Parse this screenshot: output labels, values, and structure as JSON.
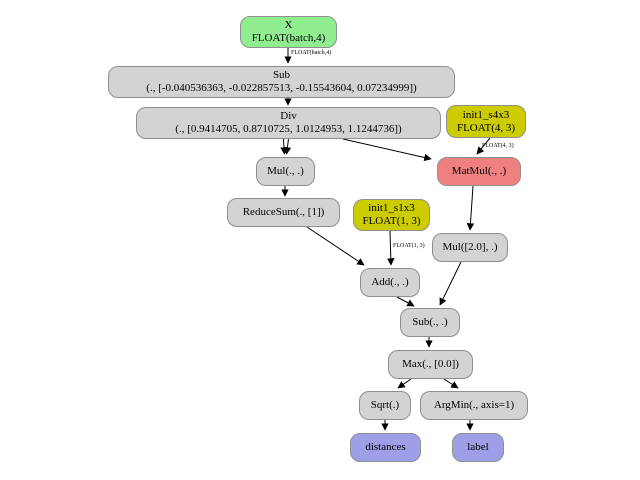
{
  "graph": {
    "nodes": {
      "x": {
        "line1": "X",
        "line2": "FLOAT(batch,4)"
      },
      "sub": {
        "line1": "Sub",
        "line2": "(., [-0.040536363, -0.022857513, -0.15543604, 0.07234999])"
      },
      "div": {
        "line1": "Div",
        "line2": "(., [0.9414705, 0.8710725, 1.0124953, 1.1244736])"
      },
      "init1_s4x3": {
        "line1": "init1_s4x3",
        "line2": "FLOAT(4, 3)"
      },
      "mul": {
        "label": "Mul(., .)"
      },
      "matmul": {
        "label": "MatMul(., .)"
      },
      "reducesum": {
        "label": "ReduceSum(., [1])"
      },
      "init1_s1x3": {
        "line1": "init1_s1x3",
        "line2": "FLOAT(1, 3)"
      },
      "mul_by_2": {
        "label": "Mul([2.0], .)"
      },
      "add": {
        "label": "Add(., .)"
      },
      "sub2": {
        "label": "Sub(., .)"
      },
      "max": {
        "label": "Max(., [0.0])"
      },
      "sqrt": {
        "label": "Sqrt(.)"
      },
      "argmin": {
        "label": "ArgMin(., axis=1)"
      },
      "distances": {
        "label": "distances"
      },
      "label_out": {
        "label": "label"
      }
    },
    "edge_labels": {
      "x_to_sub": "FLOAT(batch,4)",
      "init1_s4x3_to_matmul": "FLOAT(4, 3)",
      "init1_s1x3_to_add": "FLOAT(1, 3)"
    },
    "colors": {
      "input_fill": "#90ee90",
      "initializer_fill": "#cccc00",
      "matmul_fill": "#f08080",
      "output_fill": "#9f9fe8",
      "op_fill": "#d3d3d3",
      "node_border": "#8f8f8f",
      "edge": "#000000",
      "background": "#ffffff"
    }
  }
}
